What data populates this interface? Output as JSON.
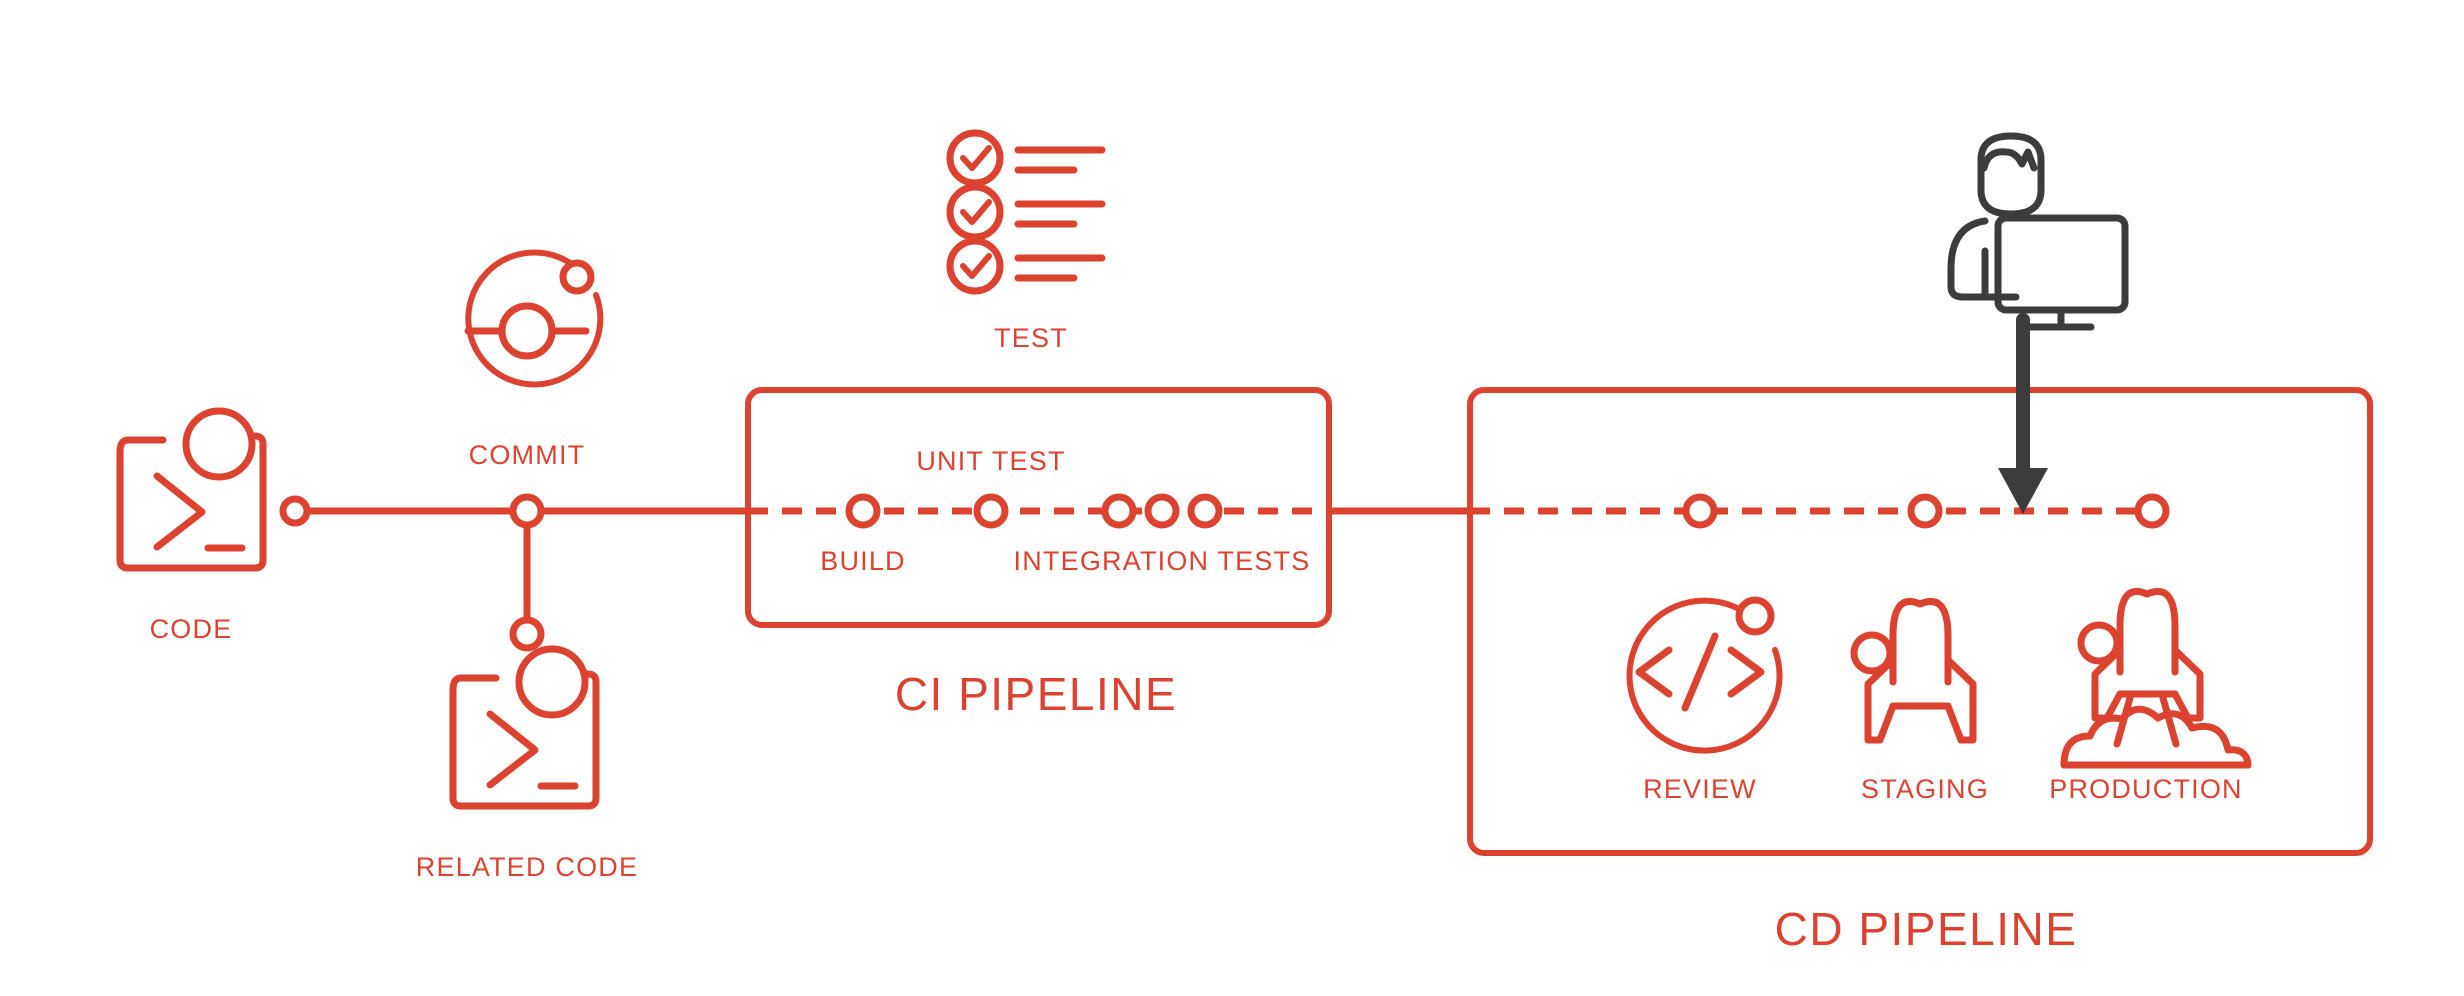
{
  "diagram": {
    "title": "CI/CD Pipeline",
    "accent_color": "#DC4230",
    "dark_color": "#3C3C3C",
    "background_color": "#FFFFFF"
  },
  "stages": {
    "code": {
      "label": "CODE",
      "icon": "terminal-code-icon"
    },
    "commit": {
      "label": "COMMIT",
      "icon": "commit-node-icon"
    },
    "related_code": {
      "label": "RELATED CODE",
      "icon": "terminal-code-icon"
    },
    "test": {
      "label": "TEST",
      "icon": "checklist-icon"
    }
  },
  "ci_pipeline": {
    "label": "CI PIPELINE",
    "stages": [
      {
        "label": "BUILD",
        "position": "below"
      },
      {
        "label": "UNIT TEST",
        "position": "above"
      },
      {
        "label": "INTEGRATION TESTS",
        "position": "below"
      }
    ]
  },
  "cd_pipeline": {
    "label": "CD PIPELINE",
    "stages": [
      {
        "label": "REVIEW",
        "icon": "code-brackets-circle-icon"
      },
      {
        "label": "STAGING",
        "icon": "rocket-icon"
      },
      {
        "label": "PRODUCTION",
        "icon": "rocket-launch-icon"
      }
    ]
  },
  "operator": {
    "icon": "person-at-monitor-icon",
    "arrow_icon": "down-arrow-icon"
  }
}
